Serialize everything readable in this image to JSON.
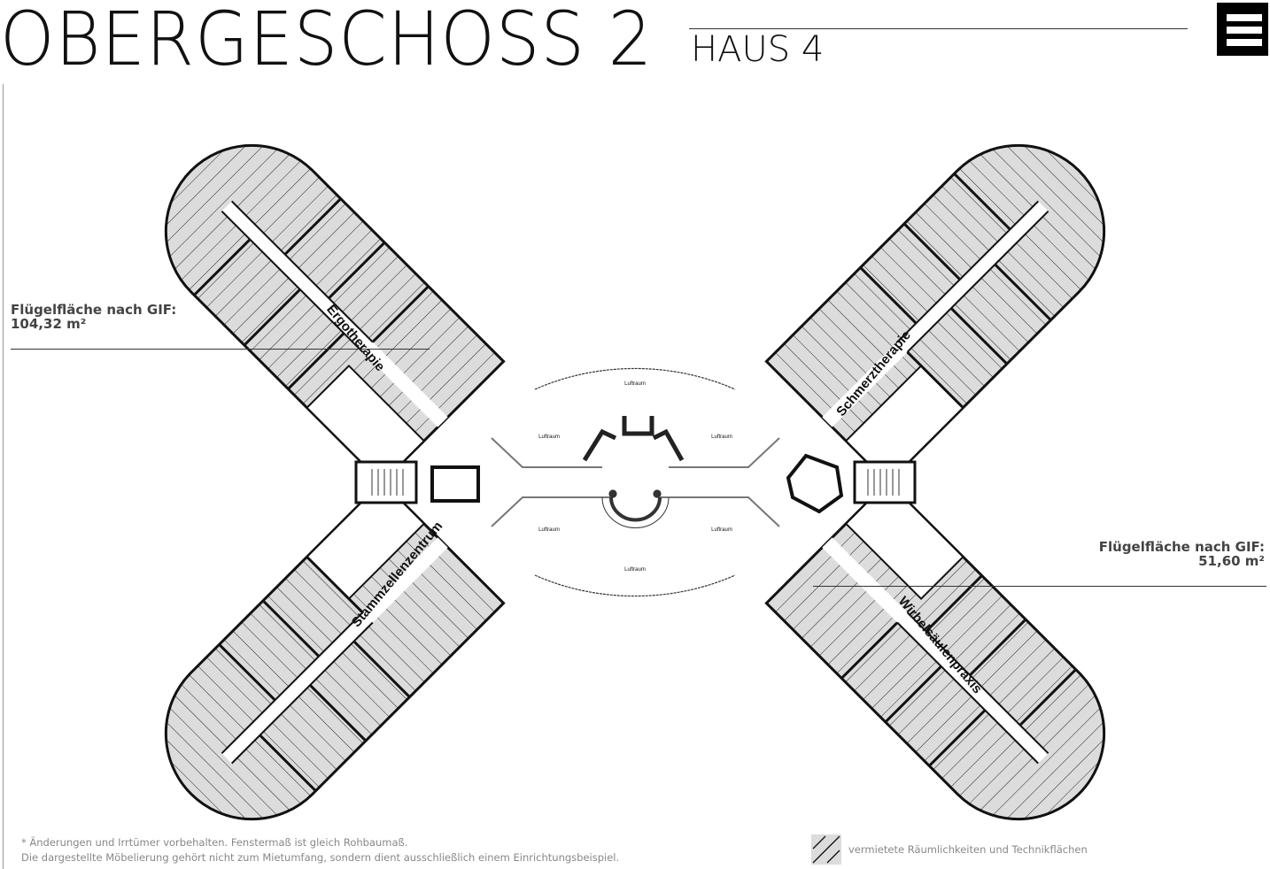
{
  "header": {
    "title": "OBERGESCHOSS 2",
    "subtitle": "HAUS 4",
    "menu_icon": "hamburger-menu-icon"
  },
  "plan": {
    "wings": [
      {
        "label": "Ergotherapie"
      },
      {
        "label": "Schmerztherapie"
      },
      {
        "label": "Stammzellenzentrum"
      },
      {
        "label": "Wirbelsäulenpraxis"
      }
    ],
    "luftraum": [
      "Luftraum",
      "Luftraum",
      "Luftraum",
      "Luftraum",
      "Luftraum",
      "Luftraum"
    ]
  },
  "area_left": {
    "label": "Flügelfläche nach GIF:",
    "value": "104,32 m²"
  },
  "area_right": {
    "label": "Flügelfläche nach GIF:",
    "value": "51,60 m²"
  },
  "footer": {
    "note1": "* Änderungen und Irrtümer vorbehalten. Fenstermaß ist gleich Rohbaumaß.",
    "note2": "Die dargestellte Möbelierung gehört nicht zum Mietumfang, sondern dient ausschließlich einem Einrichtungsbeispiel."
  },
  "legend": {
    "label": "vermietete Räumlichkeiten und Technikflächen",
    "fill_color": "#dcdcdc"
  }
}
